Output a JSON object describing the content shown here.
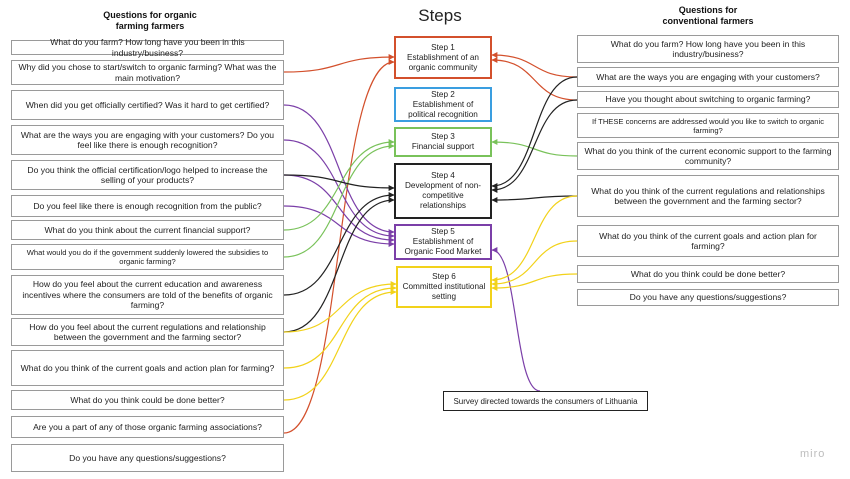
{
  "title": "Steps",
  "left_heading": "Questions for organic\nfarming farmers",
  "right_heading": "Questions for\nconventional farmers",
  "steps": [
    {
      "label": "Step 1\nEstablishment of an\norganic community",
      "color": "#d3502c"
    },
    {
      "label": "Step 2\nEstablishment of\npolitical recognition",
      "color": "#3a9ee0"
    },
    {
      "label": "Step 3\nFinancial support",
      "color": "#79c25a"
    },
    {
      "label": "Step 4\nDevelopment of non-\ncompetitive\nrelationships",
      "color": "#222222"
    },
    {
      "label": "Step 5\nEstablishment of\nOrganic Food Market",
      "color": "#7b3fa8"
    },
    {
      "label": "Step 6\nCommitted institutional\nsetting",
      "color": "#f2d21a"
    }
  ],
  "left_questions": [
    "What do you farm? How long have you been in this industry/business?",
    "Why did you chose to start/switch to organic farming? What was the main motivation?",
    "When did you get officially certified? Was it hard to get certified?",
    "What are the ways you are engaging with your customers? Do you feel like there is enough recognition?",
    "Do you think the official certification/logo helped to increase the selling of your products?",
    "Do you feel like there is enough recognition from the public?",
    "What do you think about the current financial support?",
    "What would you do if the government suddenly lowered the subsidies to organic farming?",
    "How do you feel about the current education and awareness incentives where the consumers are told of the benefits of organic farming?",
    "How do you feel about the current regulations and relationship between the government and the farming sector?",
    "What do you think of the current goals and action plan for farming?",
    "What do you think could be done better?",
    "Are you a part of any of those organic farming associations?",
    "Do you have any questions/suggestions?"
  ],
  "right_questions": [
    "What do you farm? How long have you been in this industry/business?",
    "What are the ways you are engaging with your customers?",
    "Have you thought about switching to organic farming?",
    "If THESE concerns are addressed would you like to switch to organic farming?",
    "What do you think of the current economic support to the farming community?",
    "What do you think of the current regulations and relationships between the government and the farming sector?",
    "What do you think of the current goals and action plan for farming?",
    "What do you think could be done better?",
    "Do you have any questions/suggestions?"
  ],
  "survey": "Survey directed towards the consumers of Lithuania",
  "brand": "miro",
  "colors": {
    "red": "#d3502c",
    "blue": "#3a9ee0",
    "green": "#79c25a",
    "black": "#222222",
    "purple": "#7b3fa8",
    "yellow": "#f2d21a"
  }
}
